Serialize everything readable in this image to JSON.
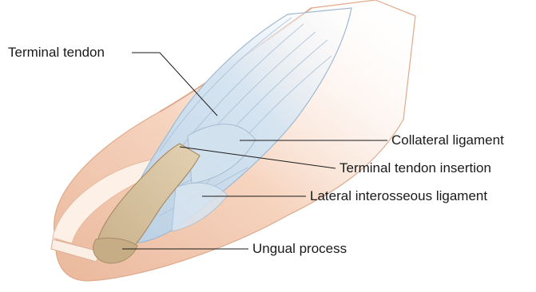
{
  "labels": {
    "terminal_tendon": "Terminal tendon",
    "collateral_ligament": "Collateral ligament",
    "terminal_tendon_insertion": "Terminal tendon insertion",
    "lateral_interosseous_ligament": "Lateral interosseous ligament",
    "ungual_process": "Ungual process"
  },
  "colors": {
    "skin": "#f4cfb6",
    "skin_shadow": "#e3ad90",
    "tendon": "#c9dbea",
    "tendon_line": "#9fb9d2",
    "bone": "#d8c3a0",
    "bone_shadow": "#b9a07a",
    "nail": "#fbeee4",
    "leader_line": "#1a1a1a"
  }
}
